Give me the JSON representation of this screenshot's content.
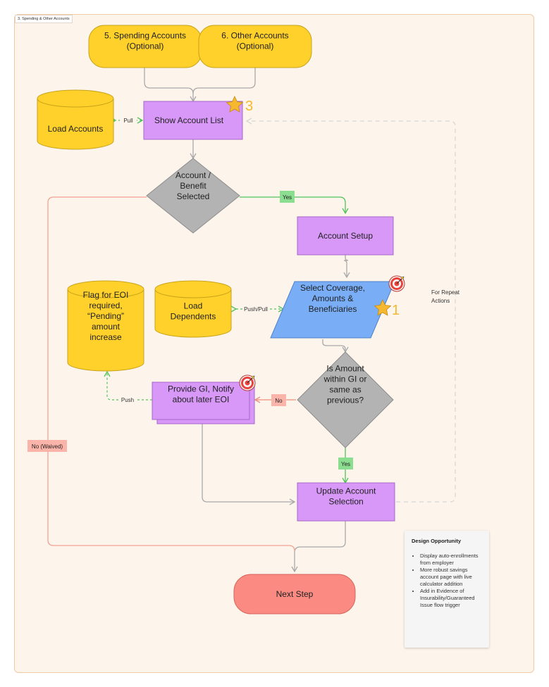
{
  "frame_label": "3. Spending & Other Accounts",
  "nodes": {
    "spending_accounts": "5. Spending Accounts\n(Optional)",
    "other_accounts": "6. Other Accounts\n(Optional)",
    "load_accounts": "Load Accounts",
    "show_account_list": "Show Account List",
    "account_benefit_selected": "Account /\nBenefit\nSelected",
    "account_setup": "Account Setup",
    "load_dependents": "Load\nDependents",
    "select_coverage": "Select Coverage,\nAmounts &\nBeneficiaries",
    "flag_eoi": "Flag for EOI\nrequired,\n“Pending”\namount\nincrease",
    "provide_gi": "Provide GI, Notify\nabout later EOI",
    "is_amount_within_gi": "Is Amount\nwithin GI or\nsame as\nprevious?",
    "update_account_selection": "Update Account\nSelection",
    "next_step": "Next Step"
  },
  "edge_labels": {
    "pull": "Pull",
    "yes_1": "Yes",
    "push_pull": "Push/Pull",
    "no": "No",
    "push": "Push",
    "yes_2": "Yes",
    "no_waived": "No (Waived)",
    "for_repeat_actions": "For Repeat\nActions"
  },
  "badges": {
    "star_3": "3",
    "star_1": "1"
  },
  "design_opportunity": {
    "title": "Design Opportunity",
    "items": [
      "Display auto-enrollments from employer",
      "More robust savings account page with live calculator addition",
      "Add in Evidence of Insurability/Guaranteed Issue flow trigger"
    ]
  },
  "colors": {
    "purple": "#d898f8",
    "yellow": "#ffd12a",
    "gray_diamond": "#b3b3b3",
    "blue": "#79aef6",
    "red_terminal": "#fb8b82",
    "green_tag": "#8bde8f",
    "pink_tag": "#fbb4a9",
    "green_line": "#4fc25a",
    "red_line": "#f4a093",
    "star": "#f5b82e",
    "target": "#e8443c"
  },
  "icons": [
    "star-icon",
    "target-icon"
  ]
}
